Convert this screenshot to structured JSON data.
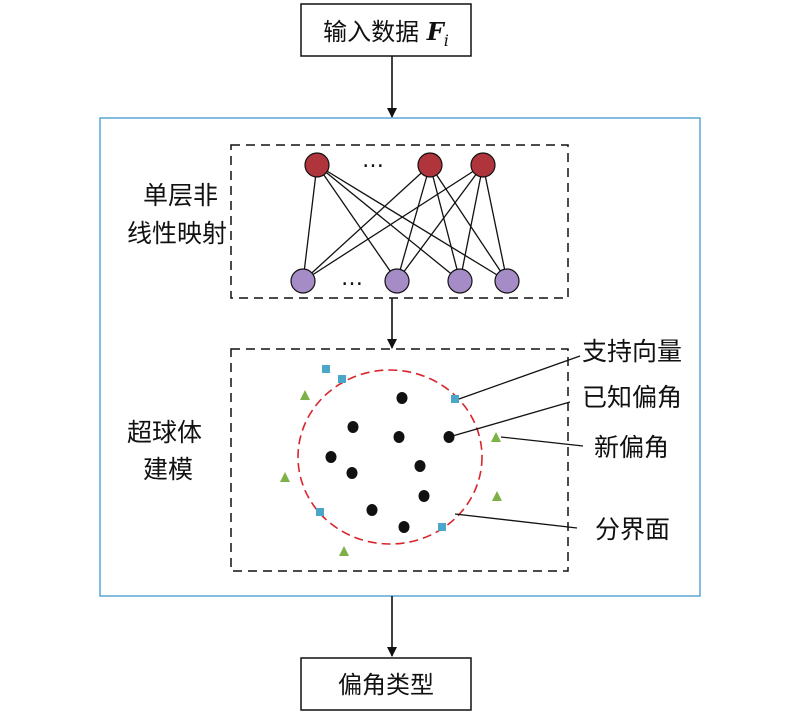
{
  "input_box": {
    "label": "输入数据 ",
    "symbol": "F",
    "subscript": "i"
  },
  "mapping": {
    "label_line1": "单层非",
    "label_line2": "线性映射",
    "ellipsis_top": "…",
    "ellipsis_bottom": "…"
  },
  "hypersphere": {
    "label_line1": "超球体",
    "label_line2": "建模"
  },
  "annotations": {
    "support_vector": "支持向量",
    "known_angle": "已知偏角",
    "new_angle": "新偏角",
    "boundary": "分界面"
  },
  "output_box": {
    "label": "偏角类型"
  },
  "colors": {
    "frame": "#5aa7d6",
    "top_node": "#b0343c",
    "bottom_node": "#a58cc6",
    "circle": "#d9252c",
    "support_vector": "#4ba6c8",
    "new_angle": "#7db045",
    "known_angle": "#111111"
  }
}
